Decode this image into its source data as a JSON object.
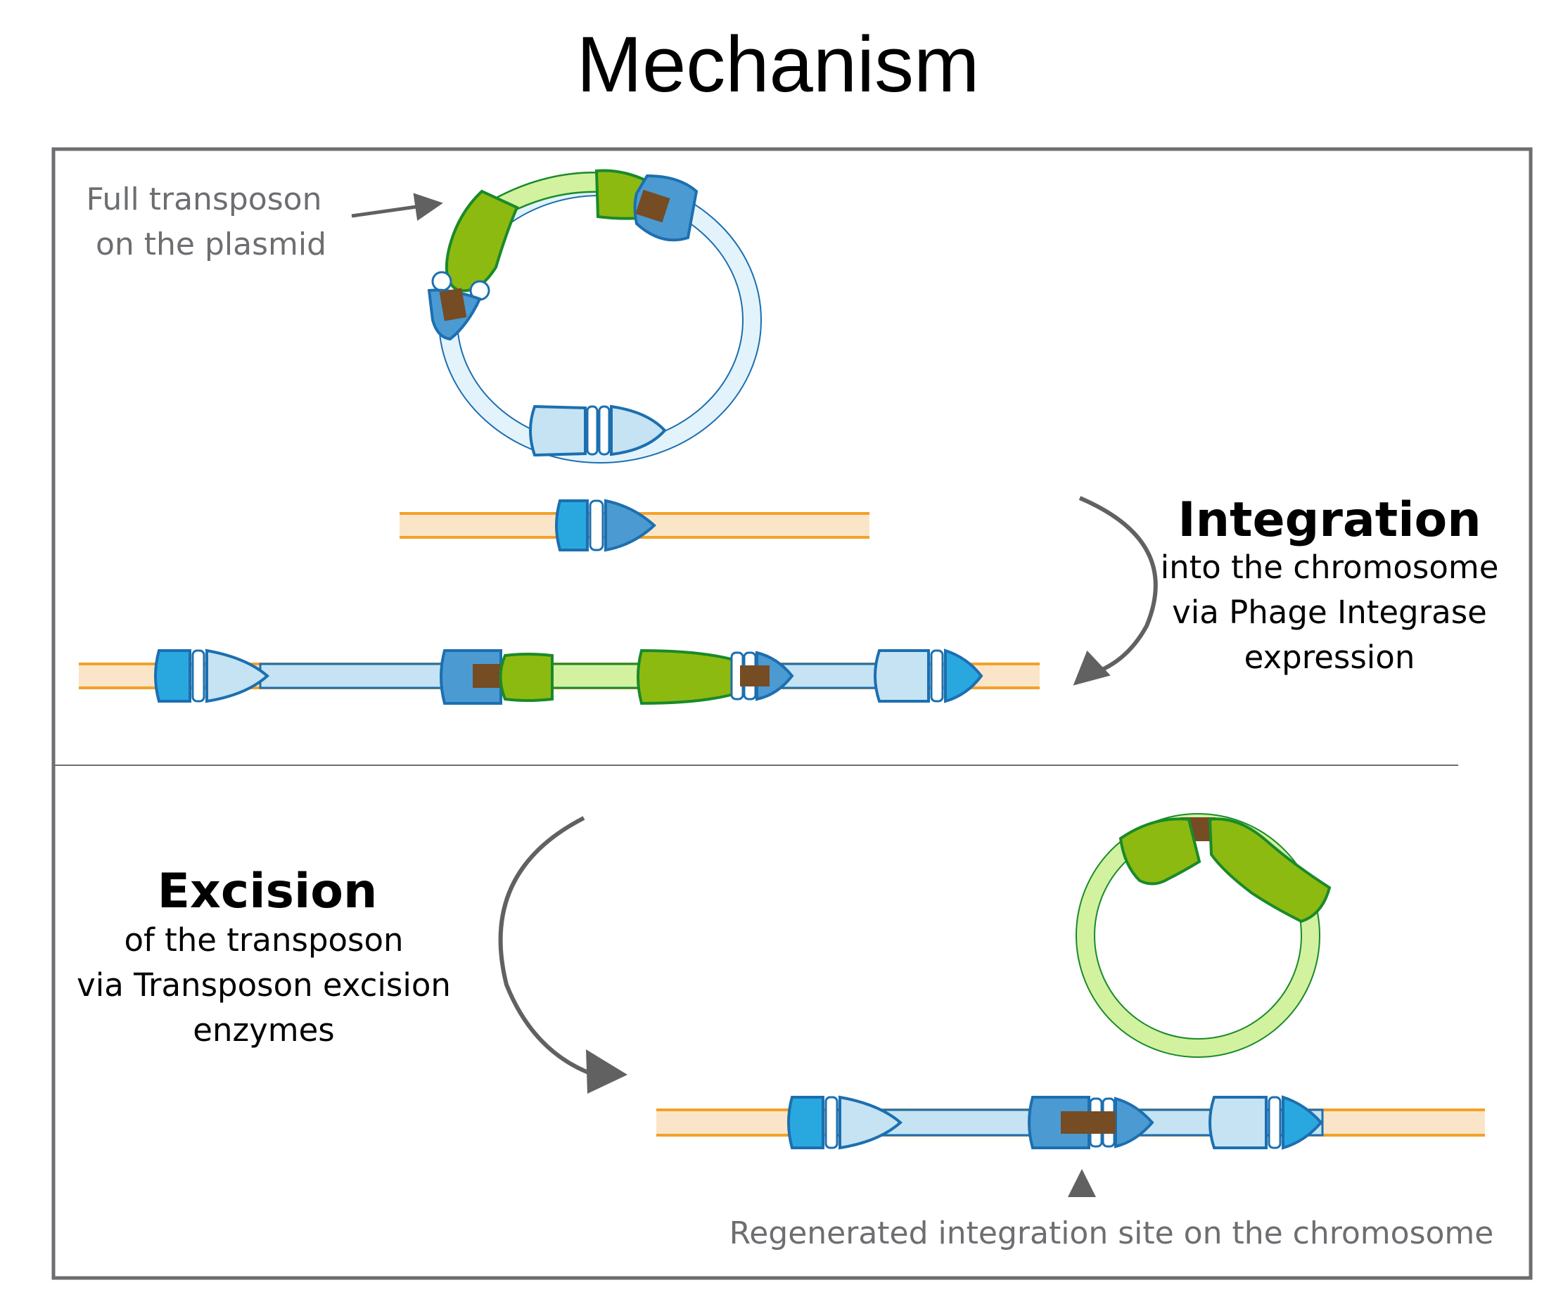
{
  "title": "Mechanism",
  "plasmid_label": [
    "Full transposon",
    "on the plasmid"
  ],
  "integration": {
    "heading": "Integration",
    "lines": [
      "into the chromosome",
      "via Phage Integrase",
      "expression"
    ]
  },
  "excision": {
    "heading": "Excision",
    "lines": [
      "of the transposon",
      "via Transposon excision",
      "enzymes"
    ]
  },
  "regenerated_label": "Regenerated integration site on the chromosome",
  "colors": {
    "chromosome_fill": "#fbe5c8",
    "chromosome_edge": "#f2a12a",
    "blue_dark": "#29a8e0",
    "blue_mid": "#4b9bd2",
    "blue_light": "#c5e3f3",
    "blue_edge": "#1c6fb0",
    "green": "#8dba10",
    "green_light": "#d2f2a0",
    "green_edge": "#1a8a2a",
    "brown": "#754c24",
    "arrow": "#616161",
    "frame": "#6d6e71"
  }
}
